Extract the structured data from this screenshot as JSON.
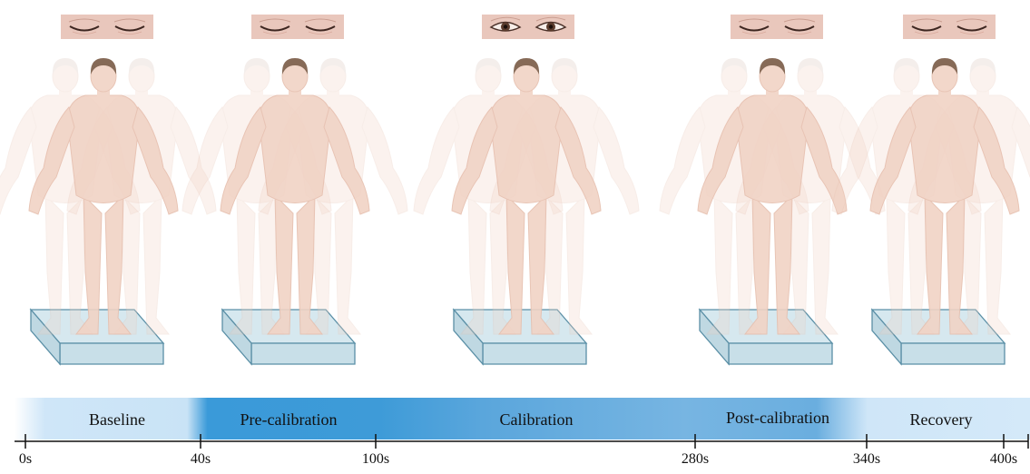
{
  "timeline": {
    "phases": [
      {
        "label": "Baseline",
        "eyes": "closed"
      },
      {
        "label": "Pre-calibration",
        "eyes": "closed"
      },
      {
        "label": "Calibration",
        "eyes": "open"
      },
      {
        "label": "Post-calibration",
        "eyes": "closed"
      },
      {
        "label": "Recovery",
        "eyes": "closed"
      }
    ],
    "ticks": [
      "0s",
      "40s",
      "100s",
      "280s",
      "340s",
      "400s"
    ]
  },
  "icons": {
    "eyes_closed": "closed-eyes-icon",
    "eyes_open": "open-eyes-icon",
    "figure": "standing-person-icon",
    "platform": "force-plate-icon"
  },
  "colors": {
    "bar_light": "#cfe6f8",
    "bar_mid": "#6aaedf",
    "bar_dark": "#3a9ad9",
    "skin": "#f1d3c5",
    "skin_shadow": "#e6bfae",
    "hair": "#7a5a45",
    "plate_fill": "#d6e8ef",
    "plate_edge": "#5a8fa6"
  }
}
